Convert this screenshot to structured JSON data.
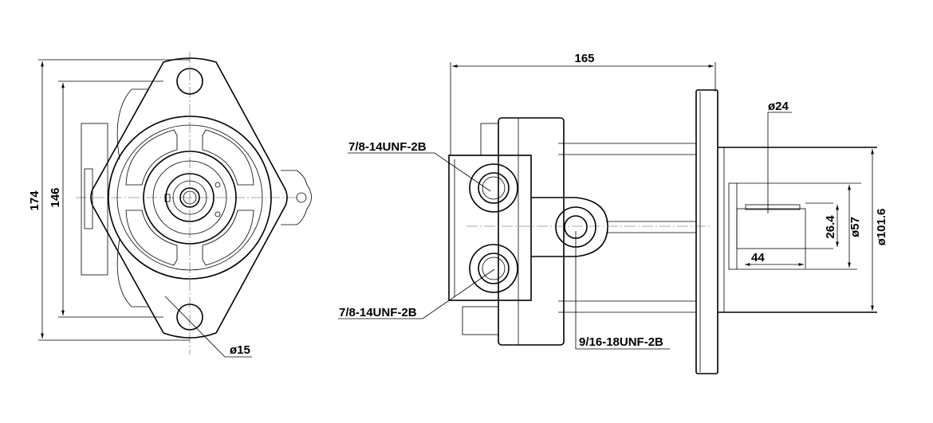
{
  "title": "Hydraulic motor dimension drawing",
  "front_view": {
    "dim_overall_height": "174",
    "dim_bolt_spacing": "146",
    "dim_bolt_hole": "ø15"
  },
  "side_view": {
    "dim_length": "165",
    "port_upper": "7/8-14UNF-2B",
    "port_lower": "7/8-14UNF-2B",
    "port_drain": "9/16-18UNF-2B",
    "dim_shaft_diameter": "ø24",
    "dim_key_height": "26.4",
    "dim_pilot_diameter": "ø57",
    "dim_flange_diameter": "ø101.6",
    "dim_shaft_length": "44"
  },
  "colors": {
    "line": "#000000",
    "background": "#ffffff"
  }
}
